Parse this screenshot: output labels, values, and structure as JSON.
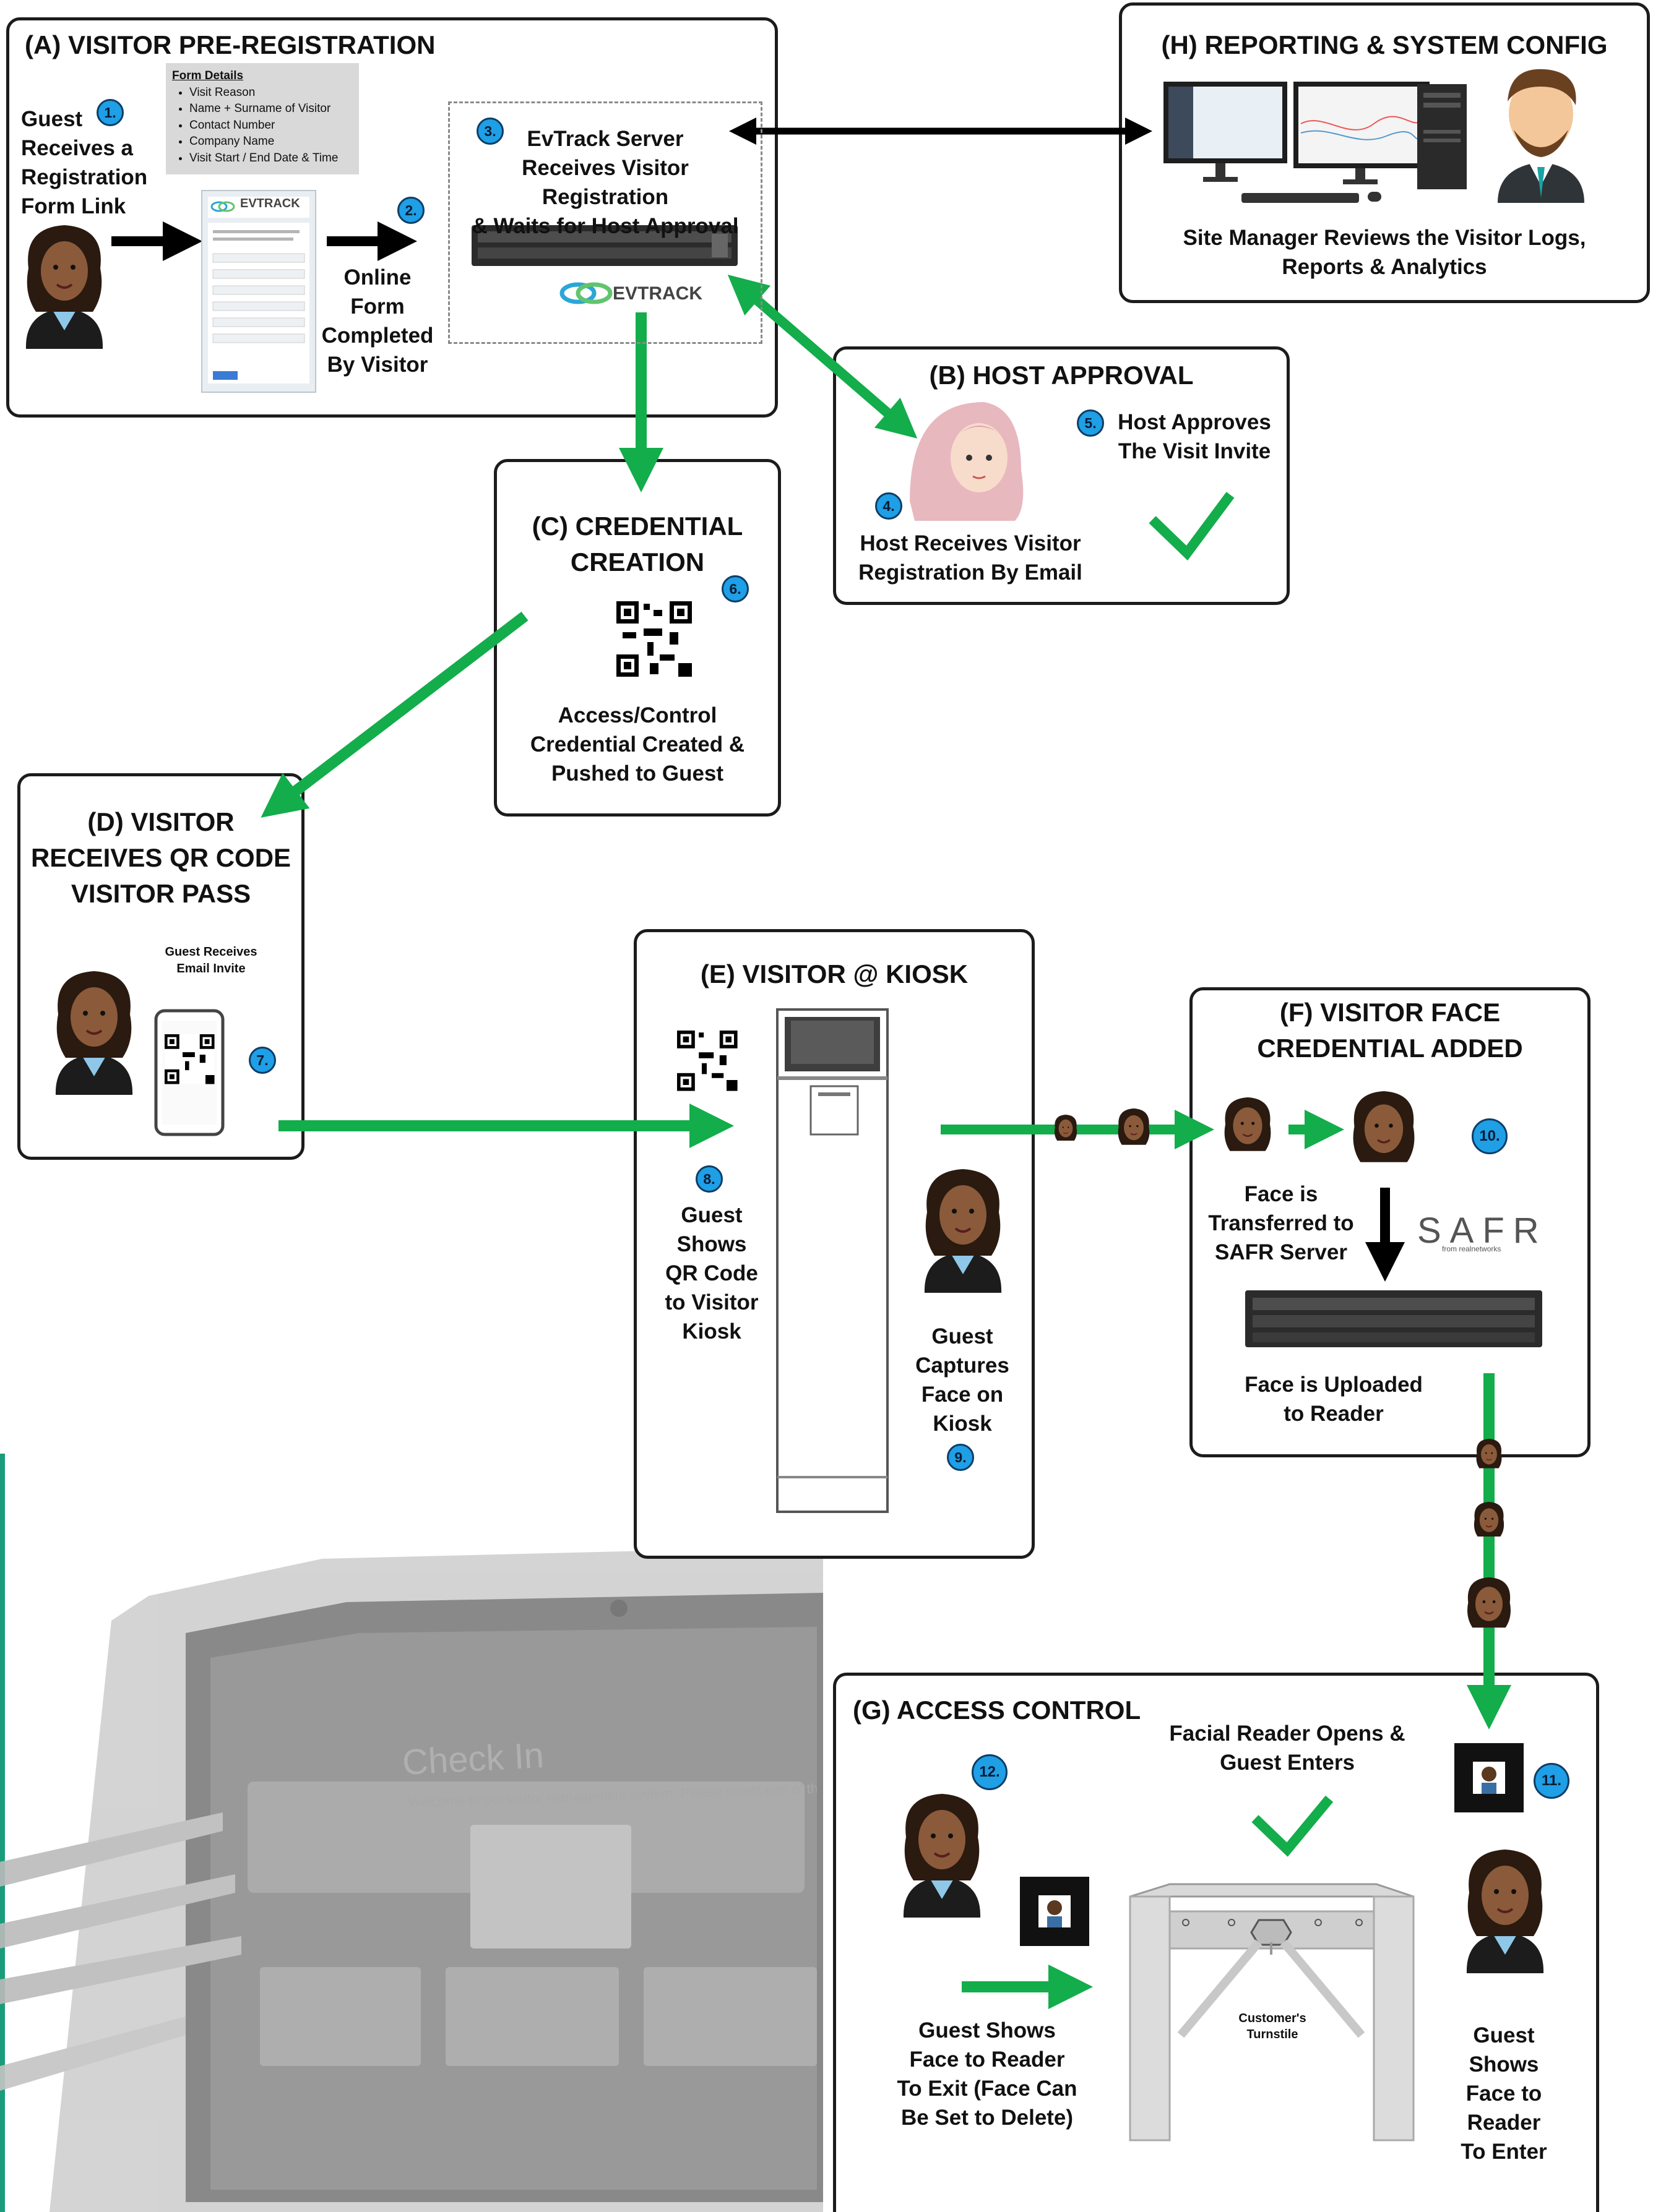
{
  "panels": {
    "a": {
      "title": "(A) VISITOR PRE-REGISTRATION",
      "guest_text": "Guest\nReceives a\nRegistration\nForm Link",
      "form_details": {
        "heading": "Form Details",
        "items": [
          "Visit Reason",
          "Name + Surname of Visitor",
          "Contact Number",
          "Company Name",
          "Visit Start / End Date & Time"
        ]
      },
      "online_text": "Online\nForm\nCompleted\nBy Visitor",
      "server_text": "EvTrack Server\nReceives Visitor Registration\n& Waits for Host Approval",
      "logo_text": "EVTRACK"
    },
    "b": {
      "title": "(B) HOST APPROVAL",
      "approves_text": "Host Approves\nThe Visit Invite",
      "receives_text": "Host Receives Visitor\nRegistration By Email"
    },
    "c": {
      "title": "(C) CREDENTIAL\nCREATION",
      "text": "Access/Control\nCredential Created &\nPushed to Guest"
    },
    "d": {
      "title": "(D) VISITOR\nRECEIVES QR CODE\nVISITOR PASS",
      "email_text": "Guest Receives\nEmail Invite"
    },
    "e": {
      "title": "(E) VISITOR @ KIOSK",
      "qr_text": "Guest\nShows\nQR Code\nto Visitor\nKiosk",
      "face_text": "Guest\nCaptures\nFace on\nKiosk"
    },
    "f": {
      "title": "(F) VISITOR FACE\nCREDENTIAL ADDED",
      "transfer_text": "Face is\nTransferred to\nSAFR Server",
      "safr_logo": "SAFR",
      "safr_sub": "from realnetworks",
      "upload_text": "Face is Uploaded\nto Reader"
    },
    "g": {
      "title": "(G) ACCESS CONTROL",
      "opens_text": "Facial Reader Opens &\nGuest Enters",
      "exit_text": "Guest Shows\nFace to Reader\nTo Exit (Face Can\nBe Set to Delete)",
      "turnstile_label": "Customer's\nTurnstile",
      "enter_text": "Guest\nShows\nFace to\nReader\nTo Enter"
    },
    "h": {
      "title": "(H) REPORTING & SYSTEM CONFIG",
      "text": "Site Manager Reviews the Visitor Logs,\nReports & Analytics"
    }
  },
  "steps": [
    "1.",
    "2.",
    "3.",
    "4.",
    "5.",
    "6.",
    "7.",
    "8.",
    "9.",
    "10.",
    "11.",
    "12."
  ],
  "background": {
    "kiosk_screen_title": "Check In",
    "kiosk_screen_subtitle": "Welcome to our visitor management system. Please select one of the following options to check in."
  },
  "colors": {
    "flow_arrow": "#13ad4b",
    "check_mark": "#13ad4b",
    "step_badge": "#1e9fe6",
    "border": "#1c1c1c",
    "side_bar": "#1a9c7a"
  }
}
